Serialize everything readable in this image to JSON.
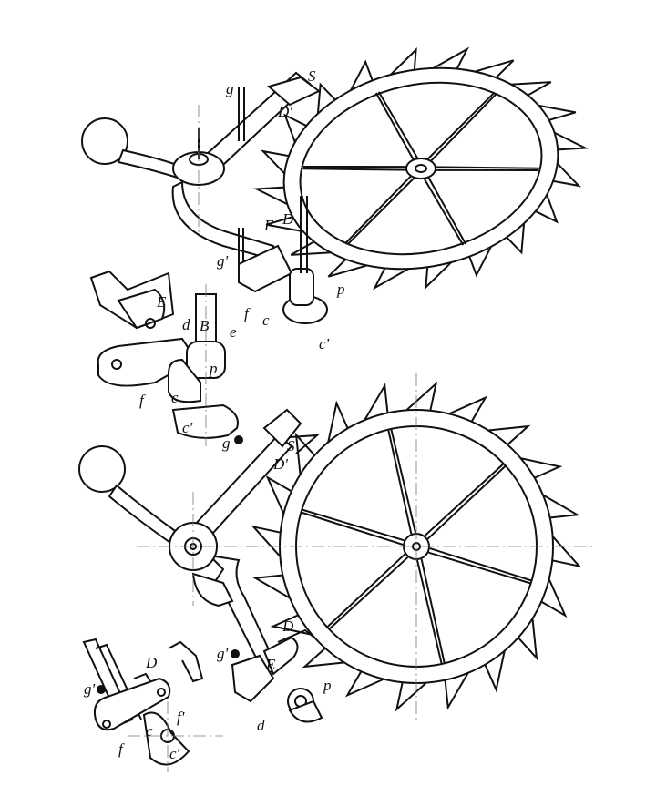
{
  "figure": {
    "top_assembly": {
      "labels": [
        "S",
        "D'",
        "g",
        "E",
        "D",
        "g'",
        "p",
        "f",
        "c",
        "c'"
      ]
    },
    "top_detail": {
      "labels": [
        "E",
        "d",
        "B",
        "e",
        "p",
        "f",
        "c",
        "c'",
        "g"
      ]
    },
    "bottom_assembly": {
      "labels": [
        "S",
        "D'",
        "D",
        "g'",
        "E",
        "p",
        "d"
      ]
    },
    "bottom_detail": {
      "labels": [
        "D",
        "g'",
        "f'",
        "c",
        "f",
        "c'"
      ]
    }
  },
  "colors": {
    "ink": "#111111",
    "paper": "#ffffff",
    "axis": "#777777"
  }
}
